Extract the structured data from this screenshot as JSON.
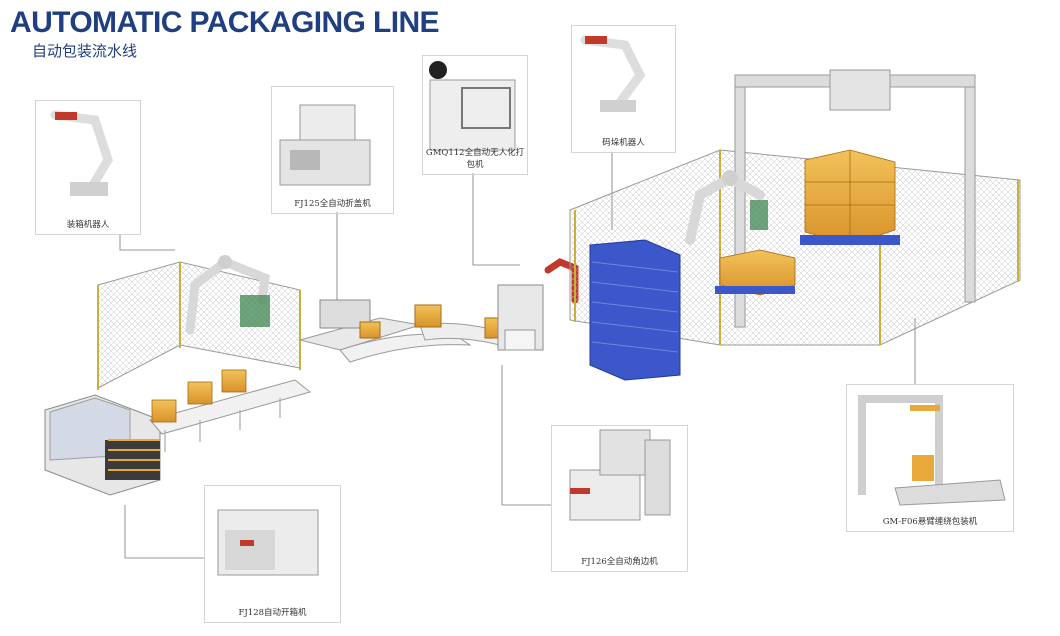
{
  "header": {
    "title": "AUTOMATIC PACKAGING LINE",
    "subtitle": "自动包装流水线"
  },
  "machines": [
    {
      "id": "packing-robot",
      "label": "装箱机器人"
    },
    {
      "id": "fj125",
      "label": "FJ125全自动折盖机"
    },
    {
      "id": "gmq112",
      "label": "GMQ112全自动无人化打包机"
    },
    {
      "id": "palletizing-robot",
      "label": "码垛机器人"
    },
    {
      "id": "gm-f06",
      "label": "GM-F06悬臂缠绕包装机"
    },
    {
      "id": "fj126",
      "label": "FJ126全自动角边机"
    },
    {
      "id": "fj128",
      "label": "FJ128自动开箱机"
    }
  ],
  "colors": {
    "title": "#1f3f80",
    "frame": "#9a9a9a",
    "fence_post": "#c9b03a",
    "box": "#e8a93a",
    "pallet": "#3b57c9",
    "robot": "#c0392b",
    "leader": "#777777"
  }
}
